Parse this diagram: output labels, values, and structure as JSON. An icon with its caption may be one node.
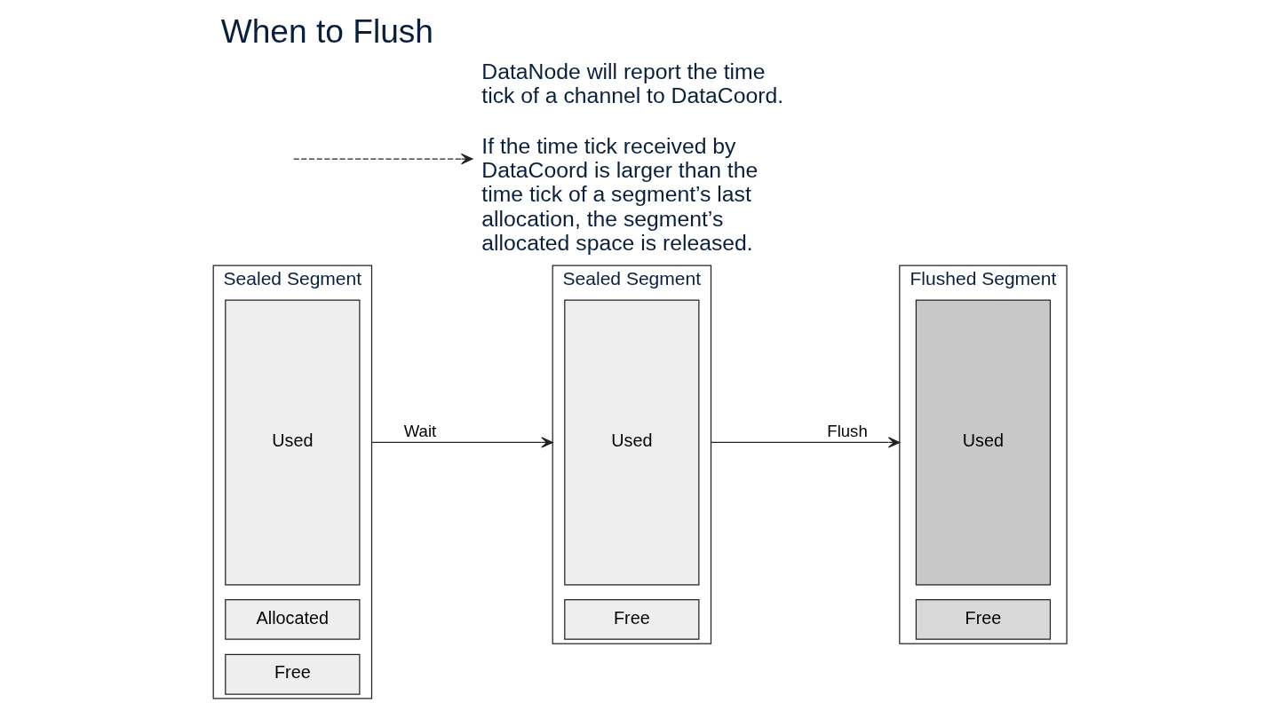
{
  "diagram": {
    "title": "When to Flush",
    "nodes": [
      {
        "text": [
          "Sealed Segment"
        ]
      },
      {
        "text": [
          "Used"
        ],
        "in": 0
      },
      {
        "text": [
          "Allocated"
        ],
        "in": 0
      },
      {
        "text": [
          "Free"
        ],
        "in": 0
      },
      {
        "text": [
          "Sealed Segment"
        ]
      },
      {
        "text": [
          "Used"
        ],
        "in": 4
      },
      {
        "text": [
          "Free"
        ],
        "in": 4
      },
      {
        "text": [
          "Flushed Segment"
        ]
      },
      {
        "text": [
          "Used"
        ],
        "in": 7
      },
      {
        "text": [
          "Free"
        ],
        "in": 7
      },
      {
        "text": [
          "DataNode will report the time tick of a channel to DataCoord.",
          "If the time tick received by DataCoord is larger than the time tick of a segment’s last allocation, the segment’s allocated space is released."
        ]
      }
    ],
    "edges": [
      {
        "from": 0,
        "to": 4,
        "label": "Wait",
        "arrow": "to"
      },
      {
        "from": 4,
        "to": 7,
        "label": "Flush",
        "arrow": "to"
      },
      {
        "from": null,
        "to": 10,
        "arrow": "to",
        "style": "dashed"
      }
    ]
  }
}
